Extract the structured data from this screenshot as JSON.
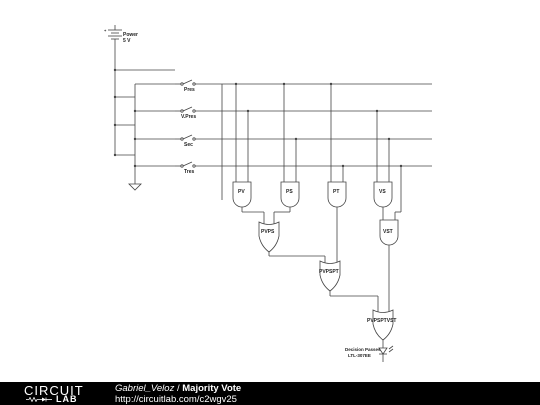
{
  "power": {
    "label": "Power",
    "voltage": "5 V"
  },
  "switches": [
    {
      "label": "Pres"
    },
    {
      "label": "V.Pres"
    },
    {
      "label": "Sec"
    },
    {
      "label": "Tres"
    }
  ],
  "gates": {
    "pv": "PV",
    "ps": "PS",
    "pt": "PT",
    "vs": "VS",
    "vst": "VST",
    "pvps": "PVPS",
    "pvpspt": "PVPSPT",
    "pvpsptvst": "PVPSPTVST"
  },
  "led": {
    "name": "Decision Passes",
    "part": "LTL-307EE"
  },
  "footer": {
    "logo_top": "CIRCUIT",
    "logo_bottom": "LAB",
    "author": "Gabriel_Veloz",
    "separator": " / ",
    "project": "Majority Vote",
    "url": "http://circuitlab.com/c2wgv25"
  }
}
